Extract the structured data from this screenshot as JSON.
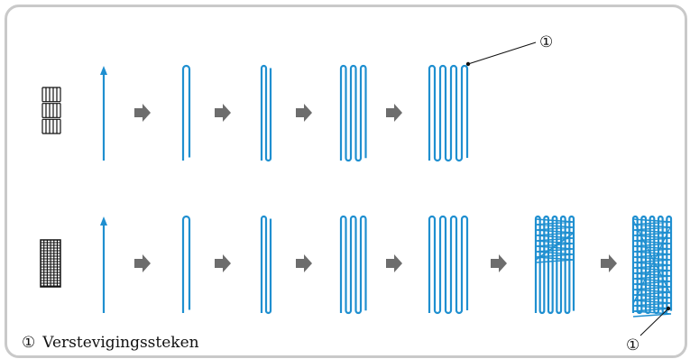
{
  "callout_marker": "①",
  "legend": {
    "marker": "①",
    "text": "Verstevigingssteken"
  },
  "colors": {
    "stitch": "#1f8fd0",
    "arrow": "#6d6d6d",
    "icon": "#111111",
    "border": "#c9c9c9",
    "leader": "#111111"
  },
  "rows": [
    {
      "name": "row-1",
      "icon": "bartack-sparse-icon",
      "steps": [
        "single-stitch-line",
        "loop-1",
        "loop-2",
        "loops-3",
        "loops-4"
      ]
    },
    {
      "name": "row-2",
      "icon": "bartack-dense-icon",
      "steps": [
        "single-stitch-line",
        "loop-1",
        "loop-2",
        "loops-3",
        "loops-4",
        "reinforcement-half",
        "reinforcement-full"
      ]
    }
  ]
}
